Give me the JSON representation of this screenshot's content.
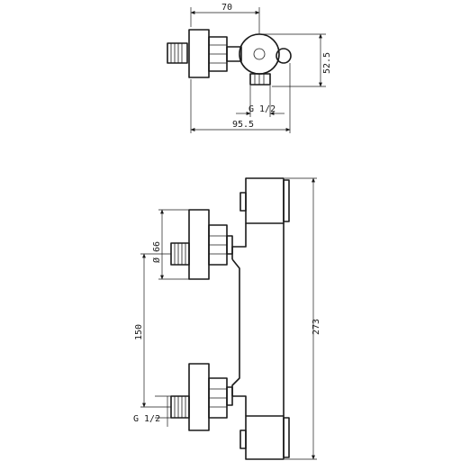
{
  "top_view": {
    "dim_width": "70",
    "dim_height": "52.5",
    "dim_thread": "G 1/2",
    "dim_total": "95.5"
  },
  "front_view": {
    "dim_diameter": "Ø 66",
    "dim_spacing": "150",
    "dim_height": "273",
    "dim_thread": "G 1/2"
  }
}
